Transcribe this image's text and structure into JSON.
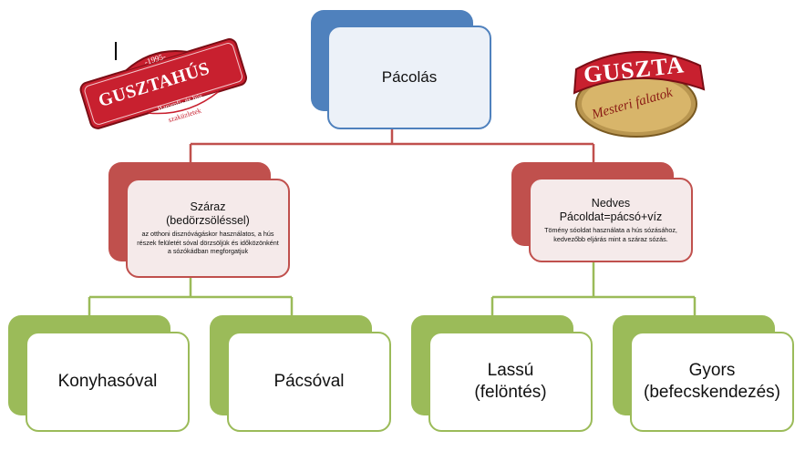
{
  "root": {
    "label": "Pácolás"
  },
  "branches": [
    {
      "title_line1": "Száraz",
      "title_line2": "(bedörzsöléssel)",
      "detail": "az otthoni disznóvágáskor használatos, a hús részek felületét sóval dörzsöljük és időközönként a sózókádban megforgatjuk",
      "leaves": [
        {
          "label": "Konyhasóval"
        },
        {
          "label": "Pácsóval"
        }
      ]
    },
    {
      "title_line1": "Nedves",
      "title_line2": "Pácoldat=pácsó+víz",
      "detail": "Tömény sóoldat használata a hús sózásához, kedvezőbb eljárás mint a száraz sózás.",
      "leaves": [
        {
          "label_line1": "Lassú",
          "label_line2": "(felöntés)"
        },
        {
          "label_line1": "Gyors",
          "label_line2": "(befecskendezés)"
        }
      ]
    }
  ],
  "logos": {
    "left": {
      "year": "-1995-",
      "brand": "GUSZTAHÚS",
      "sub1": "Baromfi- és hús",
      "sub2": "szaküzletek"
    },
    "right": {
      "brand": "GUSZTA",
      "tagline": "Mesteri falatok"
    }
  },
  "colors": {
    "blue": "#4f81bd",
    "red": "#c0504d",
    "green": "#9bbb59",
    "logo_red": "#c8202f",
    "logo_gold": "#c8a24a"
  }
}
